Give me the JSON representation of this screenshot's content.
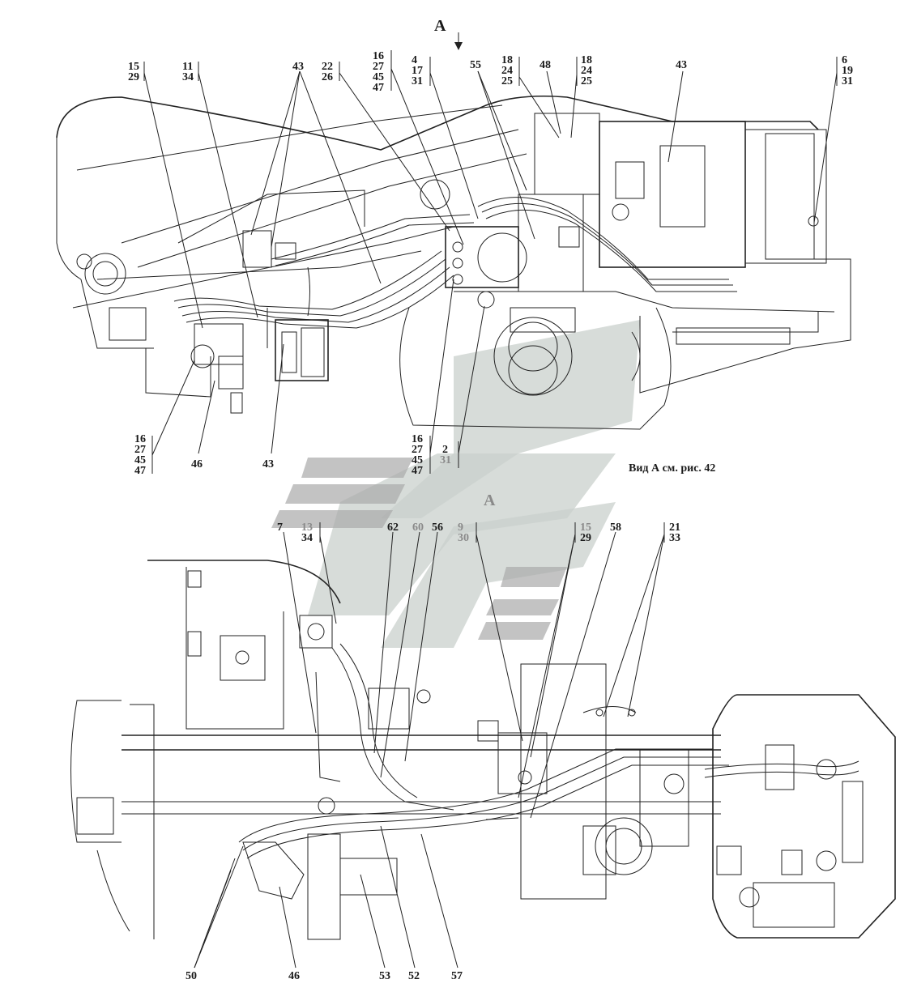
{
  "view_arrow_letter": "A",
  "watermark_letter": "A",
  "caption": "Вид А см. рис. 42",
  "top_labels": {
    "l15_29": [
      "15",
      "29"
    ],
    "l11_34": [
      "11",
      "34"
    ],
    "l43_top_left": "43",
    "l22_26": [
      "22",
      "26"
    ],
    "l16_27_45_47_top": [
      "16",
      "27",
      "45",
      "47"
    ],
    "l4_17_31": [
      "4",
      "17",
      "31"
    ],
    "l55": "55",
    "l18_24_25_a": [
      "18",
      "24",
      "25"
    ],
    "l48": "48",
    "l18_24_25_b": [
      "18",
      "24",
      "25"
    ],
    "l43_top_right": "43",
    "l6_19_31": [
      "6",
      "19",
      "31"
    ],
    "l16_27_45_47_bottom_left": [
      "16",
      "27",
      "45",
      "47"
    ],
    "l46_top": "46",
    "l43_bottom": "43",
    "l16_27_45_47_bottom_mid": [
      "16",
      "27",
      "45",
      "47"
    ],
    "l2_31": [
      "2",
      "31"
    ]
  },
  "bottom_labels": {
    "l7": "7",
    "l13_34": [
      "13",
      "34"
    ],
    "l62": "62",
    "l60": "60",
    "l56": "56",
    "l9_30": [
      "9",
      "30"
    ],
    "l15_29": [
      "15",
      "29"
    ],
    "l58": "58",
    "l21_33": [
      "21",
      "33"
    ],
    "l50": "50",
    "l46": "46",
    "l53": "53",
    "l52": "52",
    "l57": "57"
  }
}
